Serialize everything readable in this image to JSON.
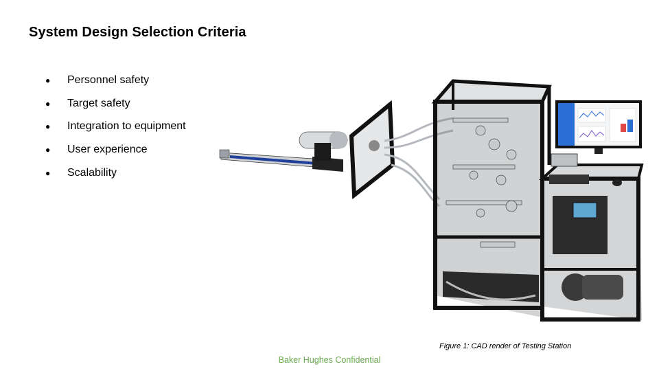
{
  "slide": {
    "title": "System Design Selection Criteria",
    "bullets": [
      "Personnel safety",
      "Target safety",
      "Integration to equipment",
      "User experience",
      "Scalability"
    ],
    "figure_caption": "Figure 1: CAD render of Testing Station",
    "footer": "Baker Hughes Confidential"
  },
  "colors": {
    "footer_text": "#6aa84f",
    "frame": "#1a1a1a",
    "monitor_accent": "#2b6fd6"
  }
}
